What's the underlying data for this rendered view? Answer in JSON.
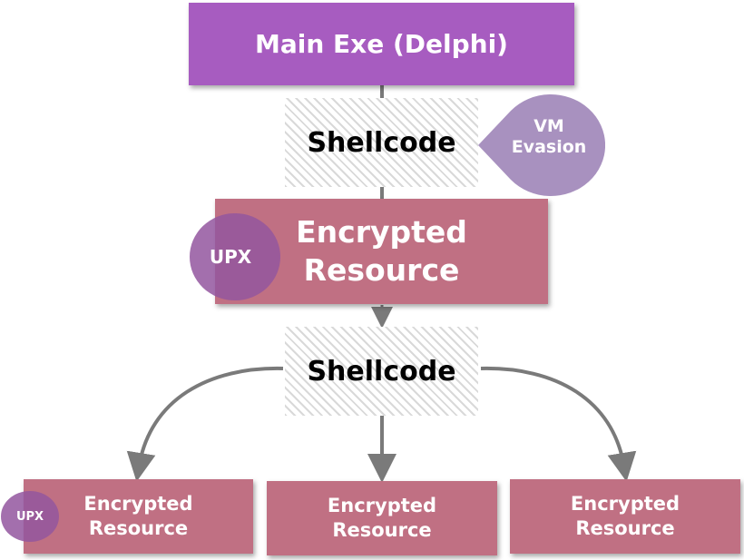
{
  "colors": {
    "main_fill": "#a75cc0",
    "encrypted_fill": "#c07083",
    "evasion_fill": "#a891bf",
    "upx_fill": "#93569f",
    "connector": "#7a7a7a"
  },
  "nodes": {
    "main_exe": "Main Exe (Delphi)",
    "shellcode_1": "Shellcode",
    "vm_evasion": {
      "line1": "VM",
      "line2": "Evasion"
    },
    "encrypted_main": {
      "line1": "Encrypted",
      "line2": "Resource"
    },
    "upx_main": "UPX",
    "shellcode_2": "Shellcode",
    "children": [
      {
        "line1": "Encrypted",
        "line2": "Resource"
      },
      {
        "line1": "Encrypted",
        "line2": "Resource"
      },
      {
        "line1": "Encrypted",
        "line2": "Resource"
      }
    ],
    "upx_child": "UPX"
  }
}
